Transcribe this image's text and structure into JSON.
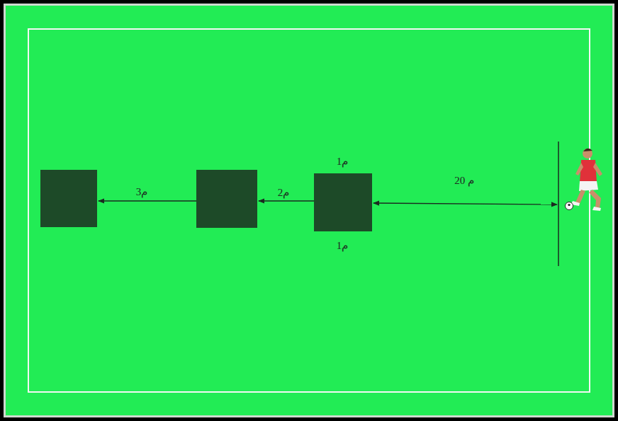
{
  "diagram": {
    "labels": [
      "1م",
      "3م",
      "2م",
      "20 م",
      "1م"
    ]
  }
}
